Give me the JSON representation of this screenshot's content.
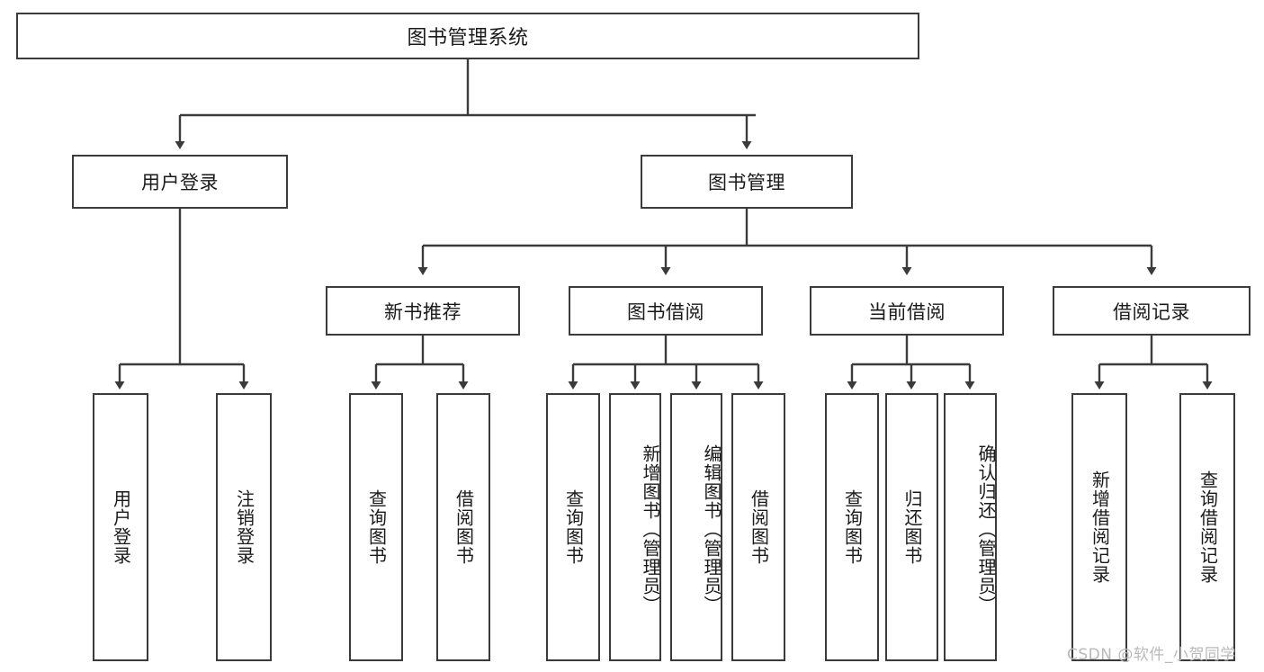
{
  "diagram": {
    "title": "图书管理系统",
    "type": "tree-hierarchy",
    "colors": {
      "box_border": "#3b3b3b",
      "box_fill": "#ffffff",
      "connector": "#3b3b3b",
      "text": "#1a1a1a",
      "watermark": "#b9b9b9"
    },
    "root": {
      "label": "图书管理系统"
    },
    "level1": [
      {
        "id": "user-login",
        "label": "用户登录"
      },
      {
        "id": "book-manage",
        "label": "图书管理"
      }
    ],
    "level2": [
      {
        "id": "new-book-recommend",
        "label": "新书推荐",
        "parent": "book-manage"
      },
      {
        "id": "book-borrow",
        "label": "图书借阅",
        "parent": "book-manage"
      },
      {
        "id": "current-borrow",
        "label": "当前借阅",
        "parent": "book-manage"
      },
      {
        "id": "borrow-record",
        "label": "借阅记录",
        "parent": "book-manage"
      }
    ],
    "leaves": {
      "user_login": [
        {
          "id": "leaf-user-login",
          "label": "用户登录"
        },
        {
          "id": "leaf-logout-login",
          "label": "注销登录"
        }
      ],
      "new_book_recommend": [
        {
          "id": "leaf-query-book-1",
          "label": "查询图书"
        },
        {
          "id": "leaf-borrow-book-1",
          "label": "借阅图书"
        }
      ],
      "book_borrow": [
        {
          "id": "leaf-query-book-2",
          "label": "查询图书"
        },
        {
          "id": "leaf-add-book",
          "label": "新增图书（管理员）"
        },
        {
          "id": "leaf-edit-book",
          "label": "编辑图书（管理员）"
        },
        {
          "id": "leaf-borrow-book-2",
          "label": "借阅图书"
        }
      ],
      "current_borrow": [
        {
          "id": "leaf-query-book-3",
          "label": "查询图书"
        },
        {
          "id": "leaf-return-book",
          "label": "归还图书"
        },
        {
          "id": "leaf-confirm-return",
          "label": "确认归还（管理员）"
        }
      ],
      "borrow_record": [
        {
          "id": "leaf-add-record",
          "label": "新增借阅记录"
        },
        {
          "id": "leaf-query-record",
          "label": "查询借阅记录"
        }
      ]
    },
    "watermark": "CSDN @软件_小贺同学"
  }
}
